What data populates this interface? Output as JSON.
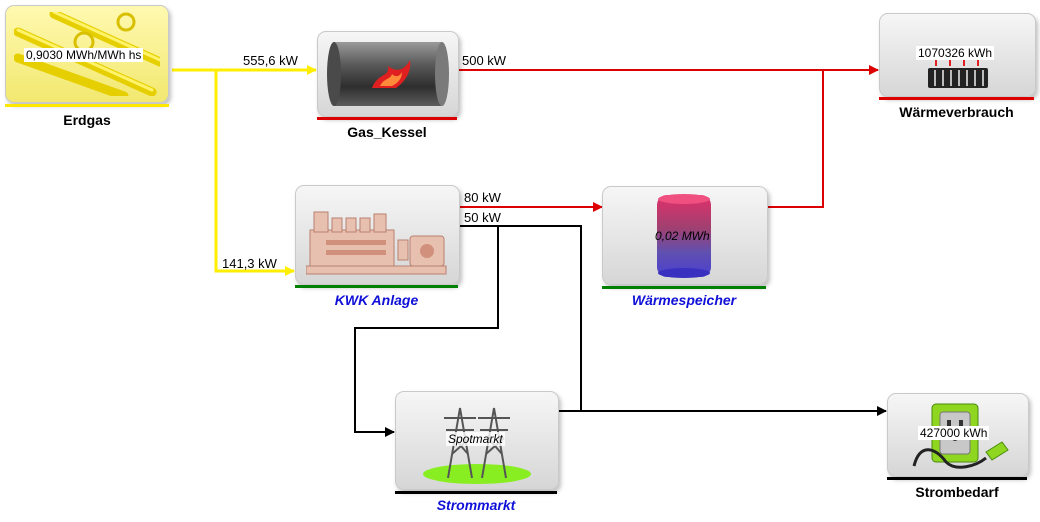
{
  "nodes": {
    "erdgas": {
      "title": "Erdgas",
      "value": "0,9030 MWh/MWh hs",
      "icon": "gas-pipes-icon",
      "color": "#ffe800"
    },
    "gas_kessel": {
      "title": "Gas_Kessel",
      "icon": "boiler-flame-icon",
      "color": "#dd0000"
    },
    "waermeverbrauch": {
      "title": "Wärmeverbrauch",
      "value": "1070326 kWh",
      "icon": "radiator-icon",
      "color": "#dd0000"
    },
    "kwk_anlage": {
      "title": "KWK Anlage",
      "icon": "chp-engine-icon",
      "color": "#008000"
    },
    "waermespeicher": {
      "title": "Wärmespeicher",
      "value": "0,02 MWh",
      "icon": "heat-storage-tank-icon",
      "color": "#008000"
    },
    "strommarkt": {
      "title": "Strommarkt",
      "value": "Spotmarkt",
      "icon": "power-pylon-icon",
      "color": "#000000"
    },
    "strombedarf": {
      "title": "Strombedarf",
      "value": "427000 kWh",
      "icon": "power-socket-plug-icon",
      "color": "#000000"
    }
  },
  "flows": {
    "erdgas_to_kessel": "555,6 kW",
    "erdgas_to_kwk": "141,3 kW",
    "kessel_to_waerme": "500 kW",
    "kwk_heat": "80 kW",
    "kwk_power": "50 kW"
  },
  "colors": {
    "gas": "#ffee00",
    "heat": "#dd0000",
    "power": "#000000"
  }
}
